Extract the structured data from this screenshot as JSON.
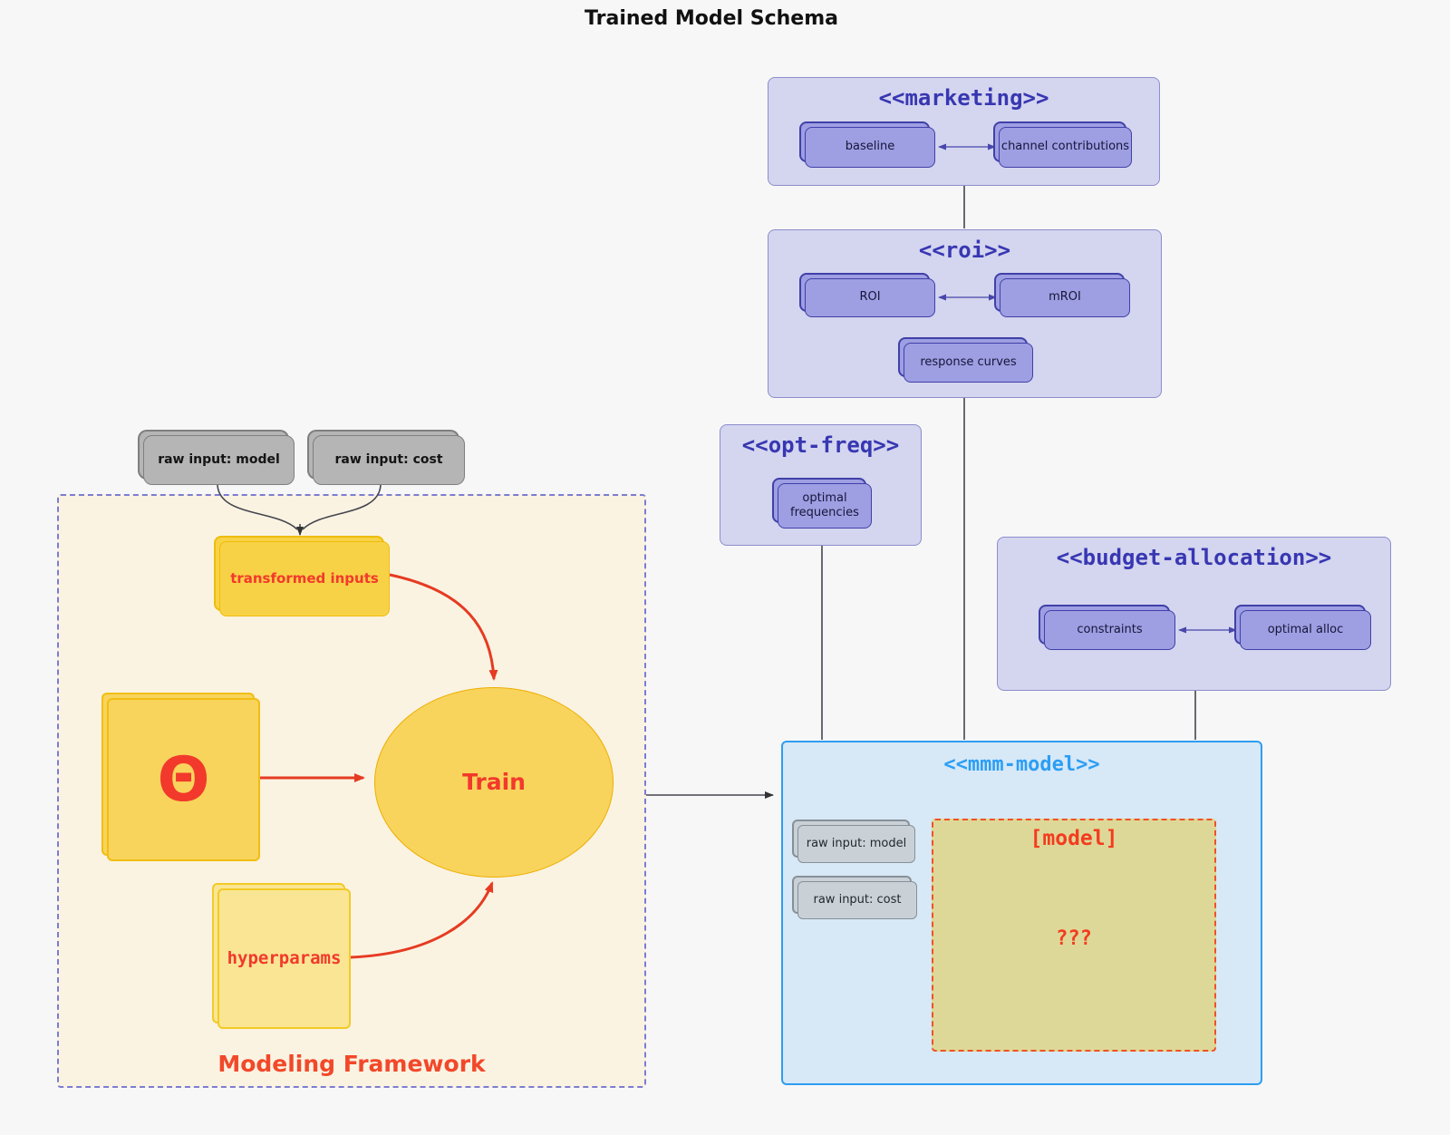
{
  "title": "Trained Model Schema",
  "groups": {
    "marketing": {
      "label": "<<marketing>>"
    },
    "roi": {
      "label": "<<roi>>"
    },
    "opt_freq": {
      "label": "<<opt-freq>>"
    },
    "budget_allocation": {
      "label": "<<budget-allocation>>"
    },
    "mmm_model": {
      "label": "<<mmm-model>>"
    },
    "modeling_framework": {
      "label": "Modeling Framework"
    }
  },
  "nodes": {
    "baseline": {
      "label": "baseline"
    },
    "channel_contributions": {
      "label": "channel contributions"
    },
    "roi": {
      "label": "ROI"
    },
    "mroi": {
      "label": "mROI"
    },
    "response_curves": {
      "label": "response curves"
    },
    "optimal_frequencies": {
      "label": "optimal frequencies"
    },
    "constraints": {
      "label": "constraints"
    },
    "optimal_alloc": {
      "label": "optimal alloc"
    },
    "raw_input_model": {
      "label": "raw input: model"
    },
    "raw_input_cost": {
      "label": "raw input: cost"
    },
    "transformed_inputs": {
      "label": "transformed inputs"
    },
    "theta": {
      "label": "Θ"
    },
    "train": {
      "label": "Train"
    },
    "hyperparams": {
      "label": "hyperparams"
    },
    "model_placeholder": {
      "label": "[model]",
      "value": "???"
    }
  },
  "colors": {
    "group_purple_fill": "#d4d5ef",
    "group_purple_border": "#8d8dcc",
    "node_purple_fill": "#9e9ee3",
    "node_purple_border": "#4040a8",
    "mmm_fill": "#d7e8f7",
    "mmm_border": "#2e9df1",
    "framework_fill": "#faf3e2",
    "framework_border": "#7c7cd2",
    "yellow_fill": "#f8d246",
    "yellow_border": "#edbd0b",
    "khaki_fill": "#ded898",
    "accent_red": "#f23f24",
    "gray_node_fill": "#b5b5b6",
    "mmm_gray_node_fill": "#c9d1d7",
    "edge_dark": "#45454e"
  }
}
